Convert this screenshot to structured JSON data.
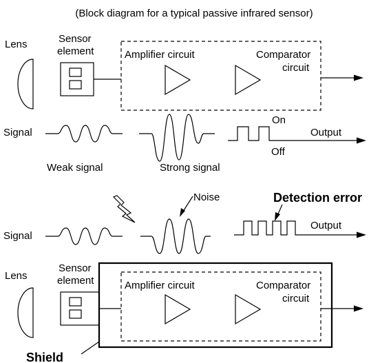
{
  "caption": "(Block diagram for a typical passive infrared sensor)",
  "top_block": {
    "lens_label": "Lens",
    "sensor_label_line1": "Sensor",
    "sensor_label_line2": "element",
    "amplifier_label": "Amplifier circuit",
    "comparator_label_line1": "Comparator",
    "comparator_label_line2": "circuit"
  },
  "signal_row": {
    "signal_label": "Signal",
    "weak_label": "Weak signal",
    "strong_label": "Strong signal",
    "on_label": "On",
    "off_label": "Off",
    "output_label": "Output"
  },
  "noise_row": {
    "noise_label": "Noise",
    "detection_error_label": "Detection error",
    "signal_label": "Signal",
    "output_label": "Output"
  },
  "bottom_block": {
    "lens_label": "Lens",
    "sensor_label_line1": "Sensor",
    "sensor_label_line2": "element",
    "amplifier_label": "Amplifier circuit",
    "comparator_label_line1": "Comparator",
    "comparator_label_line2": "circuit",
    "shield_label": "Shield"
  },
  "icons": {
    "lightning": "lightning-bolt-icon"
  }
}
